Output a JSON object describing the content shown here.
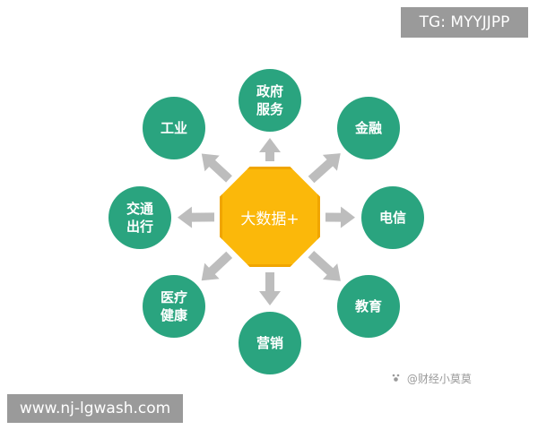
{
  "colors": {
    "node": "#2aa47f",
    "hub": "#fbb80a",
    "hub_border": "#f0a500",
    "arrow": "#bdbdbd",
    "badge": "#9a9a9a"
  },
  "hub": {
    "label": "大数据+"
  },
  "nodes": [
    {
      "id": "government",
      "label": "政府\n服务"
    },
    {
      "id": "finance",
      "label": "金融"
    },
    {
      "id": "telecom",
      "label": "电信"
    },
    {
      "id": "education",
      "label": "教育"
    },
    {
      "id": "marketing",
      "label": "营销"
    },
    {
      "id": "healthcare",
      "label": "医疗\n健康"
    },
    {
      "id": "transport",
      "label": "交通\n出行"
    },
    {
      "id": "industry",
      "label": "工业"
    }
  ],
  "overlay": {
    "top_right_tag": "TG: MYYJJPP",
    "bottom_left_url": "www.nj-lgwash.com",
    "watermark": "@财经小莫莫"
  }
}
